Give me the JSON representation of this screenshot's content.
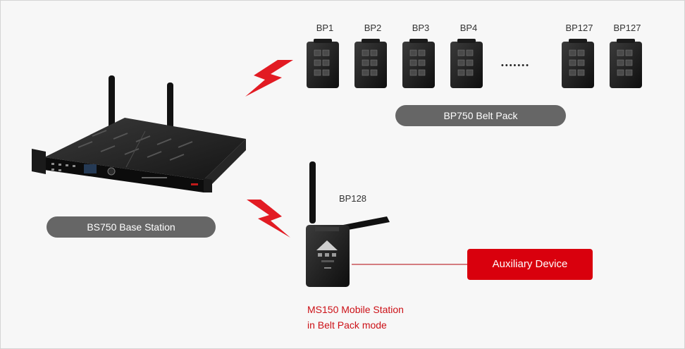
{
  "base_station": {
    "label": "BS750 Base Station"
  },
  "belt_packs": {
    "items": [
      "BP1",
      "BP2",
      "BP3",
      "BP4",
      "BP127",
      "BP127"
    ],
    "ellipsis": "•••••••",
    "group_label": "BP750 Belt Pack"
  },
  "mobile_station": {
    "id_label": "BP128",
    "caption_line1": "MS150 Mobile Station",
    "caption_line2": "in Belt Pack mode"
  },
  "auxiliary": {
    "label": "Auxiliary Device"
  },
  "colors": {
    "accent_red": "#d9000d",
    "pill_gray": "#666666",
    "background": "#f7f7f7"
  }
}
